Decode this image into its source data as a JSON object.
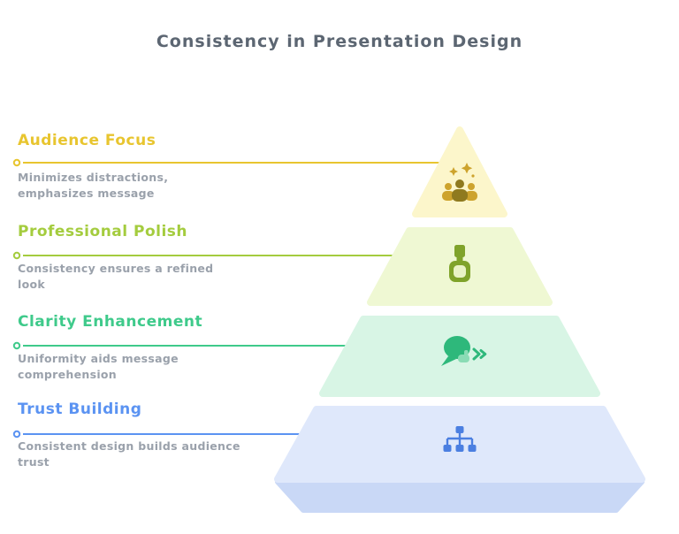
{
  "title": "Consistency in Presentation Design",
  "title_color": "#5c6672",
  "description_color": "#9aa1ab",
  "pyramid": {
    "base_shadow": "#c9d8f6"
  },
  "levels": [
    {
      "heading": "Audience Focus",
      "description": "Minimizes distractions, emphasizes message",
      "accent": "#e8c52f",
      "fill": "#fcf6cb",
      "icon": "audience-sparkle-icon",
      "icon_color": "#cda32d",
      "icon_dark": "#8f7a1f"
    },
    {
      "heading": "Professional Polish",
      "description": "Consistency ensures a refined look",
      "accent": "#a4cc3e",
      "fill": "#eff8d3",
      "icon": "polish-bottle-icon",
      "icon_color": "#7fa32a",
      "icon_inner": "#e9f3c5"
    },
    {
      "heading": "Clarity Enhancement",
      "description": "Uniformity aids message comprehension",
      "accent": "#3fca8b",
      "fill": "#d8f5e5",
      "icon": "speech-bubble-icon",
      "icon_color": "#2eb87b",
      "icon_hand": "#8adcb5"
    },
    {
      "heading": "Trust Building",
      "description": "Consistent design builds audience trust",
      "accent": "#5b93f2",
      "fill": "#dfe8fb",
      "icon": "hierarchy-icon",
      "icon_color": "#4b7fe1"
    }
  ]
}
